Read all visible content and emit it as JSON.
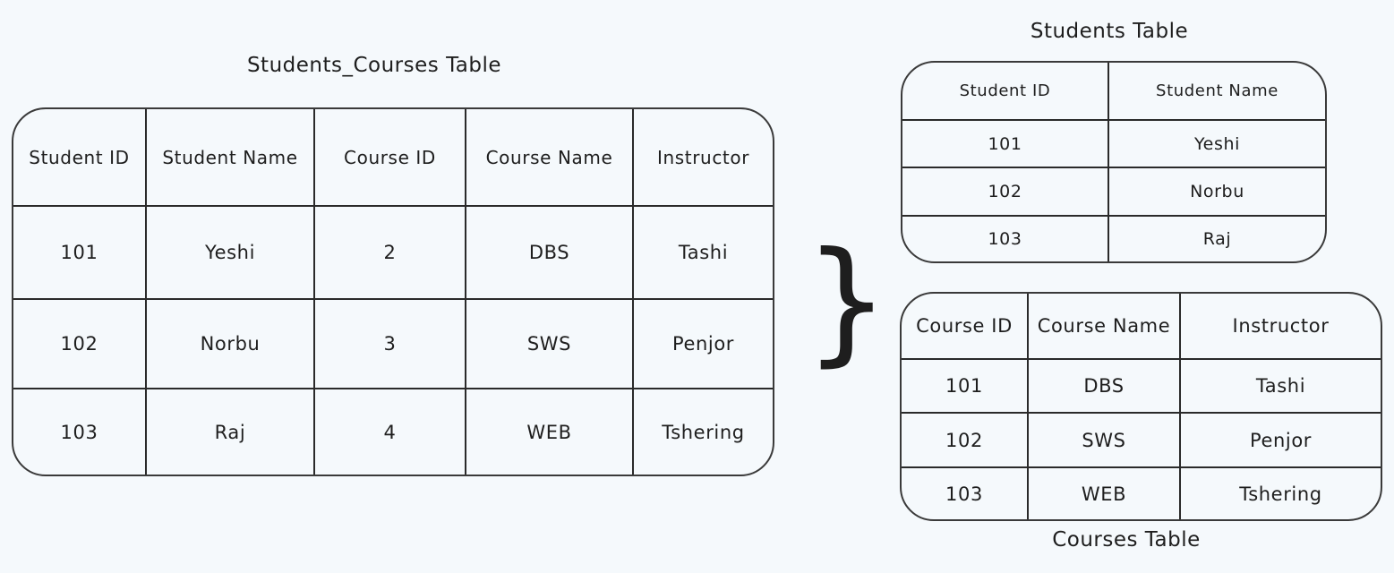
{
  "students_courses": {
    "title": "Students_Courses Table",
    "headers": [
      "Student ID",
      "Student Name",
      "Course ID",
      "Course Name",
      "Instructor"
    ],
    "rows": [
      [
        "101",
        "Yeshi",
        "2",
        "DBS",
        "Tashi"
      ],
      [
        "102",
        "Norbu",
        "3",
        "SWS",
        "Penjor"
      ],
      [
        "103",
        "Raj",
        "4",
        "WEB",
        "Tshering"
      ]
    ]
  },
  "arrow": {
    "symbol": "}"
  },
  "students": {
    "title": "Students Table",
    "headers": [
      "Student ID",
      "Student Name"
    ],
    "rows": [
      [
        "101",
        "Yeshi"
      ],
      [
        "102",
        "Norbu"
      ],
      [
        "103",
        "Raj"
      ]
    ]
  },
  "courses": {
    "title": "Courses Table",
    "headers": [
      "Course ID",
      "Course Name",
      "Instructor"
    ],
    "rows": [
      [
        "101",
        "DBS",
        "Tashi"
      ],
      [
        "102",
        "SWS",
        "Penjor"
      ],
      [
        "103",
        "WEB",
        "Tshering"
      ]
    ]
  }
}
